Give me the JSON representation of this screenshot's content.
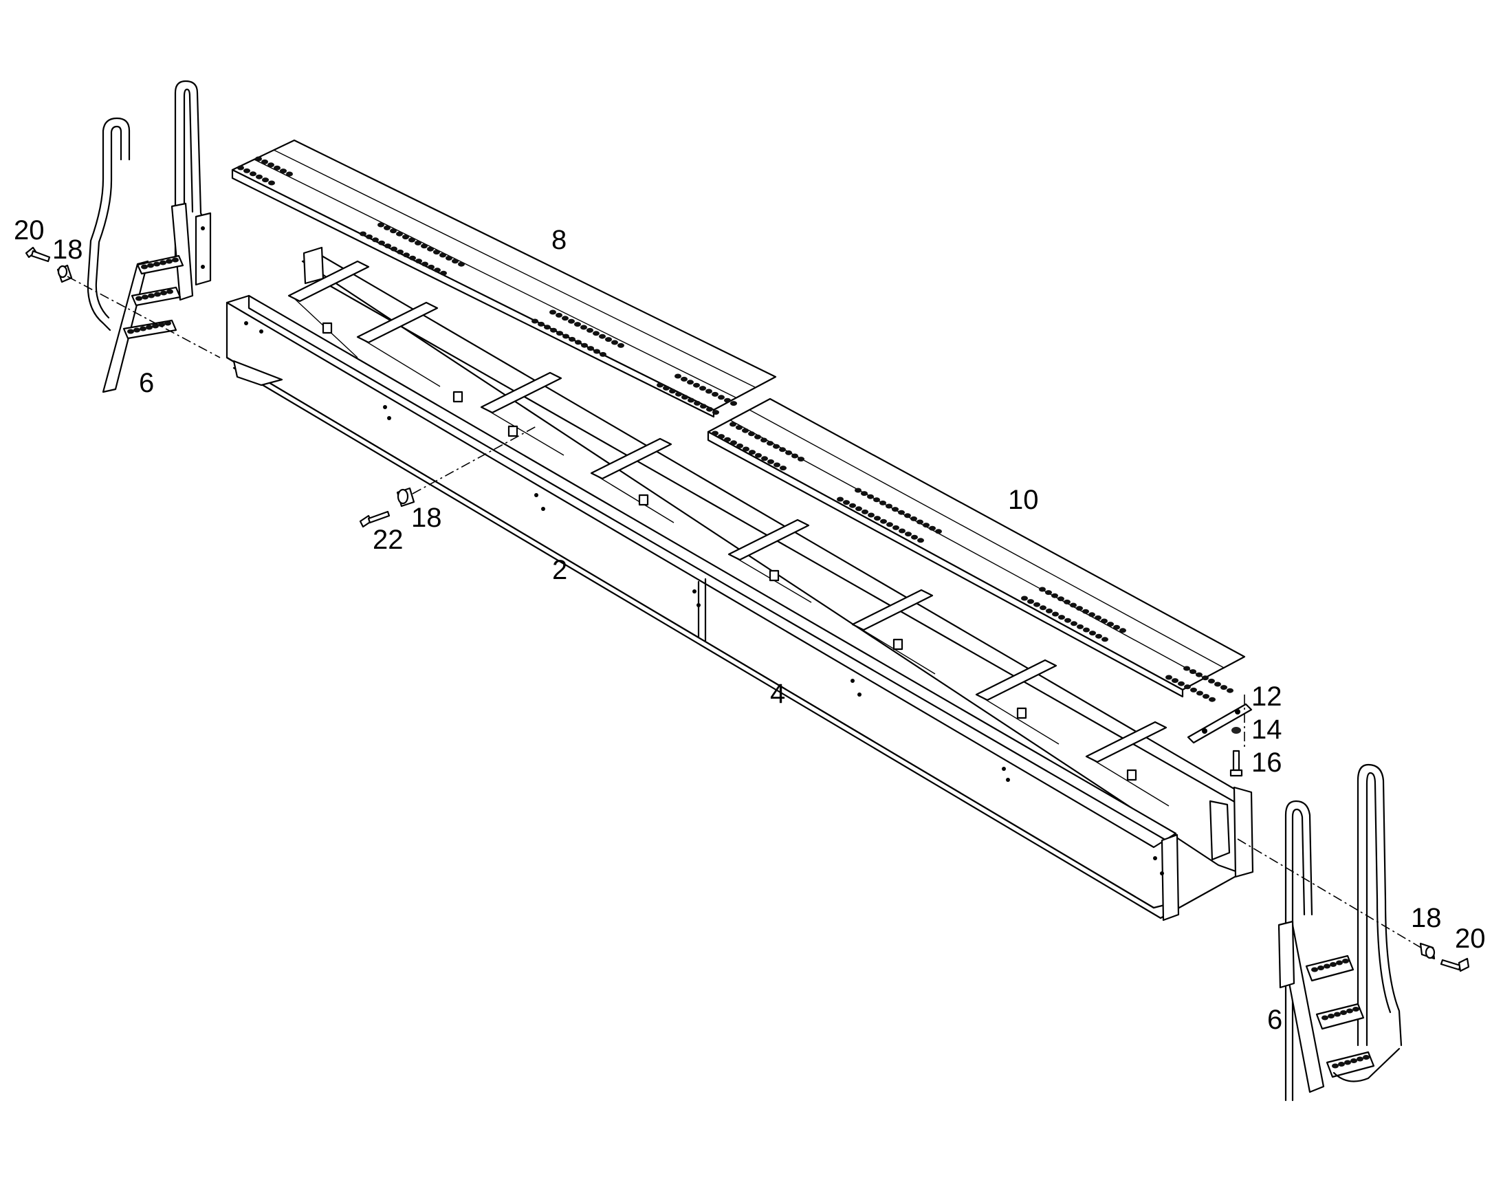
{
  "diagram": {
    "type": "exploded-parts-drawing",
    "callouts": {
      "beam_front": "2",
      "beam_rear": "4",
      "ladder_left": "6",
      "ladder_right": "6",
      "walkway_front": "8",
      "walkway_rear": "10",
      "clip_plate": "12",
      "nut": "14",
      "bolt_walkway": "16",
      "spacer_left": "18",
      "spacer_mid": "18",
      "spacer_right": "18",
      "bolt_left": "20",
      "bolt_right": "20",
      "bolt_mid": "22"
    }
  }
}
